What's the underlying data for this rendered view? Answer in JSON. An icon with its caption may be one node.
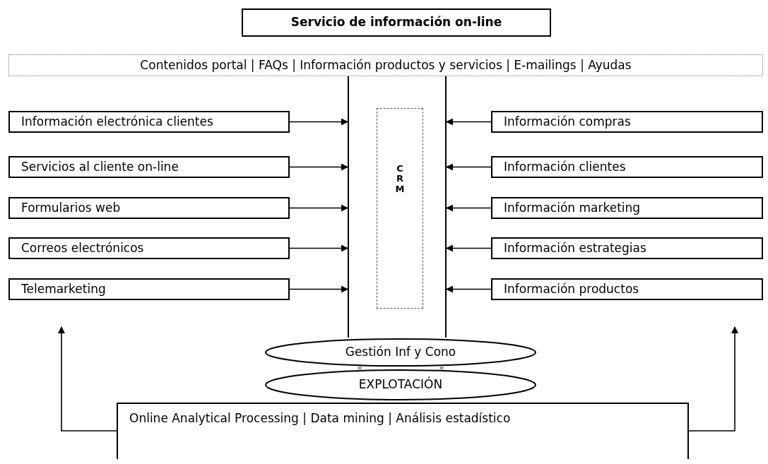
{
  "diagram": {
    "nodes": [
      {
        "text": [
          "Servicio de información on-line"
        ]
      },
      {
        "text": [
          "Contenidos portal | FAQs | Información productos y servicios | E-mailings | Ayudas"
        ]
      },
      {
        "text": [],
        "shape": "box"
      },
      {
        "text": [
          "CRM"
        ],
        "in": 2
      },
      {
        "text": [
          "Información electrónica clientes"
        ]
      },
      {
        "text": [
          "Servicios al cliente on-line"
        ]
      },
      {
        "text": [
          "Formularios web"
        ]
      },
      {
        "text": [
          "Correos electrónicos"
        ]
      },
      {
        "text": [
          "Telemarketing"
        ]
      },
      {
        "text": [
          "Información compras"
        ]
      },
      {
        "text": [
          "Información clientes"
        ]
      },
      {
        "text": [
          "Información marketing"
        ]
      },
      {
        "text": [
          "Información estrategias"
        ]
      },
      {
        "text": [
          "Información productos"
        ]
      },
      {
        "text": [
          "Gestión Inf y Cono"
        ]
      },
      {
        "text": [
          "EXPLOTACIÓN"
        ]
      },
      {
        "text": [
          "Online Analytical Processing | Data mining | Análisis estadístico"
        ]
      }
    ],
    "edges": [
      {
        "from": 4,
        "to": 2,
        "arrow": "to"
      },
      {
        "from": 5,
        "to": 2,
        "arrow": "to"
      },
      {
        "from": 6,
        "to": 2,
        "arrow": "to"
      },
      {
        "from": 7,
        "to": 2,
        "arrow": "to"
      },
      {
        "from": 8,
        "to": 2,
        "arrow": "to"
      },
      {
        "from": 9,
        "to": 2,
        "arrow": "to"
      },
      {
        "from": 10,
        "to": 2,
        "arrow": "to"
      },
      {
        "from": 11,
        "to": 2,
        "arrow": "to"
      },
      {
        "from": 12,
        "to": 2,
        "arrow": "to"
      },
      {
        "from": 13,
        "to": 2,
        "arrow": "to"
      },
      {
        "from": 14,
        "to": 15,
        "arrow": "none",
        "style": "thick",
        "color": "#a0a0a0"
      },
      {
        "from": 14,
        "to": 15,
        "arrow": "none",
        "style": "thick",
        "color": "#a0a0a0"
      },
      {
        "from": 16,
        "to": 8,
        "arrow": "to"
      },
      {
        "from": 16,
        "to": 13,
        "arrow": "to"
      }
    ]
  }
}
